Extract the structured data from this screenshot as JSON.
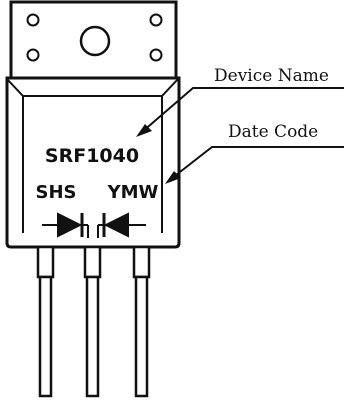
{
  "package_markings": {
    "device_name": "SRF1040",
    "manufacturer_code": "SHS",
    "date_code": "YMW"
  },
  "callouts": {
    "device_name_label": "Device Name",
    "date_code_label": "Date Code"
  },
  "colors": {
    "outline": "#111111",
    "fill": "#ffffff"
  }
}
